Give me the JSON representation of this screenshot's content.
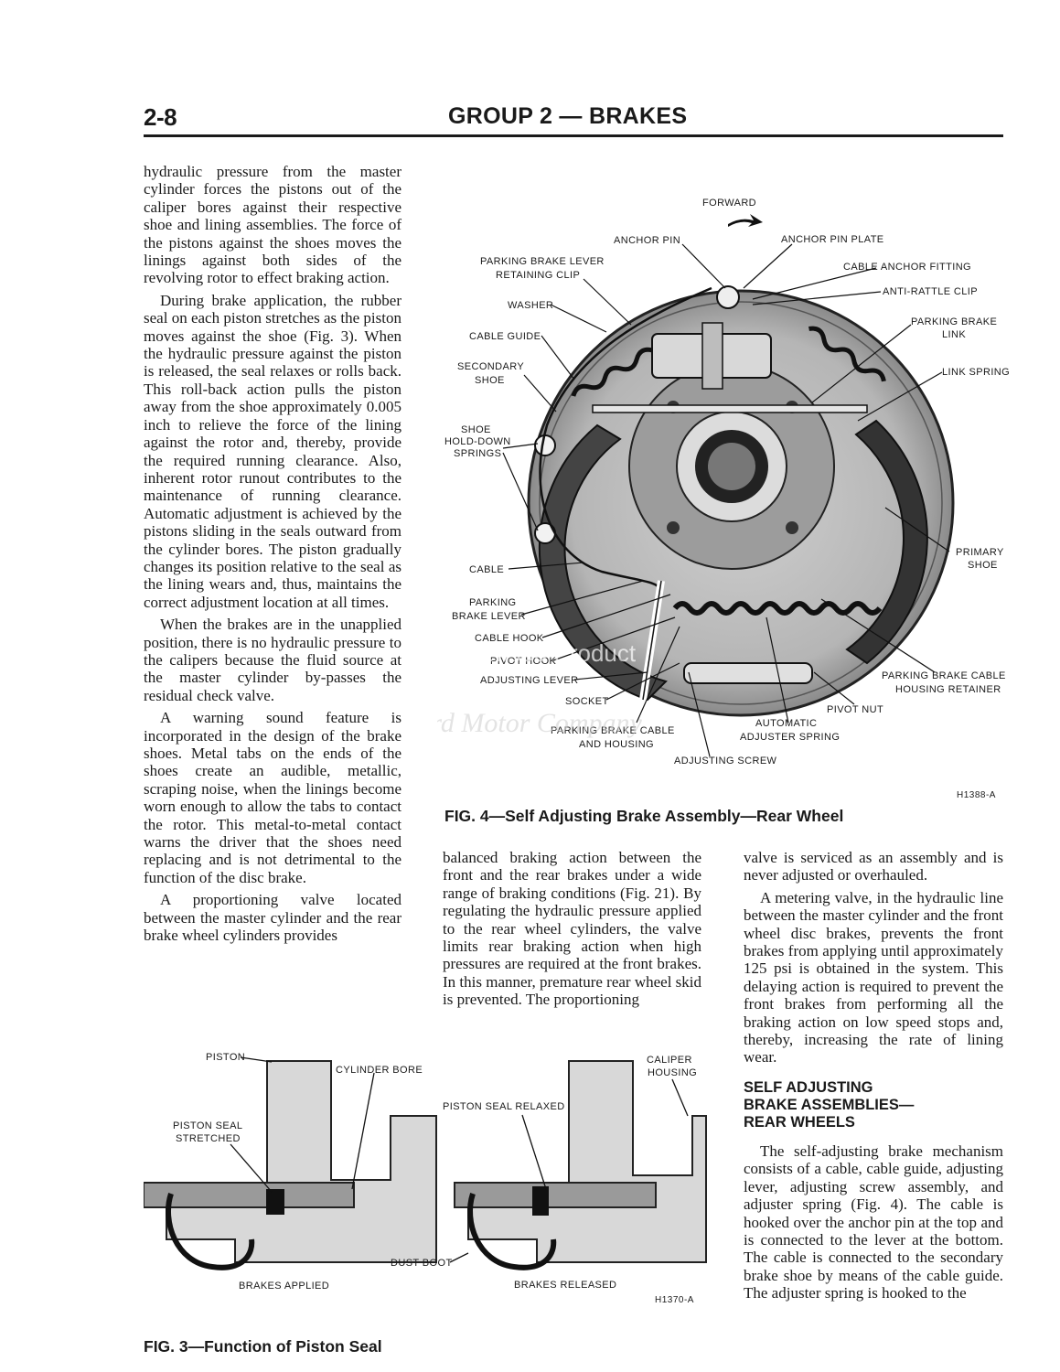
{
  "header": {
    "page_number": "2-8",
    "group_title": "GROUP 2 — BRAKES"
  },
  "column1": [
    "hydraulic pressure from the master cylinder forces the pistons out of the caliper bores against their respective shoe and lining assemblies. The force of the pistons against the shoes moves the linings against both sides of the revolving rotor to effect braking action.",
    "During brake application, the rubber seal on each piston stretches as the piston moves against the shoe (Fig. 3). When the hydraulic pressure against the piston is released, the seal relaxes or rolls back. This roll-back action pulls the piston away from the shoe approximately 0.005 inch to relieve the force of the lining against the rotor and, thereby, provide the required running clearance. Also, inherent rotor runout contributes to the maintenance of running clearance. Automatic adjustment is achieved by the pistons sliding in the seals outward from the cylinder bores. The piston gradually changes its position relative to the seal as the lining wears and, thus, maintains the correct adjustment location at all times.",
    "When the brakes are in the unapplied position, there is no hydraulic pressure to the calipers because the fluid source at the master cylinder by-passes the residual check valve.",
    "A warning sound feature is incorporated in the design of the brake shoes. Metal tabs on the ends of the shoes create an audible, metallic, scraping noise, when the linings become worn enough to allow the tabs to contact the rotor. This metal-to-metal contact warns the driver that the shoes need replacing and is not detrimental to the function of the disc brake.",
    "A proportioning valve located between the master cylinder and the rear brake wheel cylinders provides"
  ],
  "column2": [
    "balanced braking action between the front and the rear brakes under a wide range of braking conditions (Fig. 21). By regulating the hydraulic pressure applied to the rear wheel cylinders, the valve limits rear braking action when high pressures are required at the front brakes. In this manner, premature rear wheel skid is prevented. The proportioning"
  ],
  "column3": {
    "para1": "valve is serviced as an assembly and is never adjusted or overhauled.",
    "para2": "A metering valve, in the hydraulic line between the master cylinder and the front wheel disc brakes, prevents the front brakes from applying until approximately 125 psi is obtained in the system. This delaying action is required to prevent the front brakes from performing all the braking action on low speed stops and, thereby, increasing the rate of lining wear.",
    "heading_lines": [
      "SELF ADJUSTING",
      "BRAKE ASSEMBLIES—",
      "REAR WHEELS"
    ],
    "para3": "The self-adjusting brake mechanism consists of a cable, cable guide, adjusting lever, adjusting screw assembly, and adjuster spring (Fig. 4). The cable is hooked over the anchor pin at the top and is connected to the lever at the bottom. The cable is connected to the secondary brake shoe by means of the cable guide. The adjuster spring is hooked to the"
  },
  "figure4": {
    "caption": "FIG. 4—Self Adjusting Brake Assembly—Rear Wheel",
    "code": "H1388-A",
    "forward_label": "FORWARD",
    "labels": {
      "anchor_pin": "ANCHOR PIN",
      "anchor_pin_plate": "ANCHOR PIN PLATE",
      "parking_brake_lever_retaining_clip_1": "PARKING BRAKE LEVER",
      "parking_brake_lever_retaining_clip_2": "RETAINING CLIP",
      "cable_anchor_fitting": "CABLE ANCHOR FITTING",
      "washer": "WASHER",
      "anti_rattle_clip": "ANTI-RATTLE CLIP",
      "cable_guide": "CABLE GUIDE",
      "parking_brake_link_1": "PARKING BRAKE",
      "parking_brake_link_2": "LINK",
      "secondary_shoe_1": "SECONDARY",
      "secondary_shoe_2": "SHOE",
      "link_spring": "LINK SPRING",
      "shoe_hold_down_springs_1": "SHOE",
      "shoe_hold_down_springs_2": "HOLD-DOWN",
      "shoe_hold_down_springs_3": "SPRINGS",
      "primary_shoe_1": "PRIMARY",
      "primary_shoe_2": "SHOE",
      "cable": "CABLE",
      "parking_brake_lever_1": "PARKING",
      "parking_brake_lever_2": "BRAKE LEVER",
      "cable_hook": "CABLE HOOK",
      "pivot_hook": "PIVOT HOOK",
      "adjusting_lever": "ADJUSTING LEVER",
      "parking_brake_cable_housing_retainer_1": "PARKING BRAKE CABLE",
      "parking_brake_cable_housing_retainer_2": "HOUSING RETAINER",
      "socket": "SOCKET",
      "pivot_nut": "PIVOT NUT",
      "parking_brake_cable_and_housing_1": "PARKING BRAKE CABLE",
      "parking_brake_cable_and_housing_2": "AND HOUSING",
      "automatic_adjuster_spring_1": "AUTOMATIC",
      "automatic_adjuster_spring_2": "ADJUSTER SPRING",
      "adjusting_screw": "ADJUSTING SCREW"
    }
  },
  "figure3": {
    "caption": "FIG. 3—Function of Piston Seal",
    "code": "H1370-A",
    "labels": {
      "piston": "PISTON",
      "cylinder_bore": "CYLINDER BORE",
      "piston_seal_stretched_1": "PISTON SEAL",
      "piston_seal_stretched_2": "STRETCHED",
      "caliper_housing_1": "CALIPER",
      "caliper_housing_2": "HOUSING",
      "piston_seal_relaxed": "PISTON SEAL RELAXED",
      "dust_boot": "DUST BOOT",
      "brakes_applied": "BRAKES APPLIED",
      "brakes_released": "BRAKES RELEASED"
    }
  },
  "watermark": {
    "line1": "Official Licensed Product",
    "line2": "Ford Motor Company"
  }
}
